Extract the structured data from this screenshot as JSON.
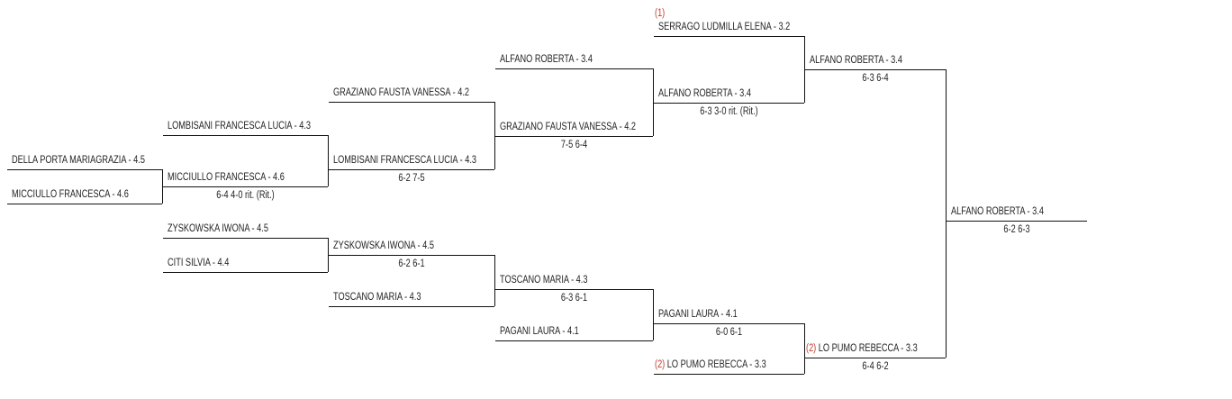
{
  "bracket": {
    "rounds": [
      [
        {
          "name": "DELLA PORTA MARIAGRAZIA - 4.5"
        },
        {
          "name": "MICCIULLO FRANCESCA - 4.6"
        }
      ],
      [
        {
          "name": "LOMBISANI FRANCESCA LUCIA - 4.3"
        },
        {
          "name": "MICCIULLO FRANCESCA - 4.6",
          "score": "6-4 4-0 rit. (Rit.)"
        },
        {
          "name": "ZYSKOWSKA IWONA - 4.5"
        },
        {
          "name": "CITI SILVIA - 4.4"
        }
      ],
      [
        {
          "name": "GRAZIANO FAUSTA VANESSA - 4.2"
        },
        {
          "name": "LOMBISANI FRANCESCA LUCIA - 4.3",
          "score": "6-2 7-5"
        },
        {
          "name": "ZYSKOWSKA IWONA - 4.5",
          "score": "6-2 6-1"
        },
        {
          "name": "TOSCANO MARIA - 4.3"
        }
      ],
      [
        {
          "name": "ALFANO ROBERTA - 3.4"
        },
        {
          "name": "GRAZIANO FAUSTA VANESSA - 4.2",
          "score": "7-5 6-4"
        },
        {
          "name": "TOSCANO MARIA - 4.3",
          "score": "6-3 6-1"
        },
        {
          "name": "PAGANI LAURA - 4.1"
        }
      ],
      [
        {
          "name": "SERRAGO LUDMILLA ELENA - 3.2",
          "seed": "(1)"
        },
        {
          "name": "ALFANO ROBERTA - 3.4",
          "score": "6-3 3-0 rit. (Rit.)"
        },
        {
          "name": "PAGANI LAURA - 4.1",
          "score": "6-0 6-1"
        },
        {
          "name": "LO PUMO REBECCA - 3.3",
          "seed": "(2)"
        }
      ],
      [
        {
          "name": "ALFANO ROBERTA - 3.4",
          "score": "6-3 6-4"
        },
        {
          "name": "LO PUMO REBECCA - 3.3",
          "seed": "(2)",
          "score": "6-4 6-2"
        }
      ],
      [
        {
          "name": "ALFANO ROBERTA - 3.4",
          "score": "6-2 6-3"
        }
      ]
    ]
  },
  "colors": {
    "seed": "#c0392b",
    "line": "#111111"
  }
}
